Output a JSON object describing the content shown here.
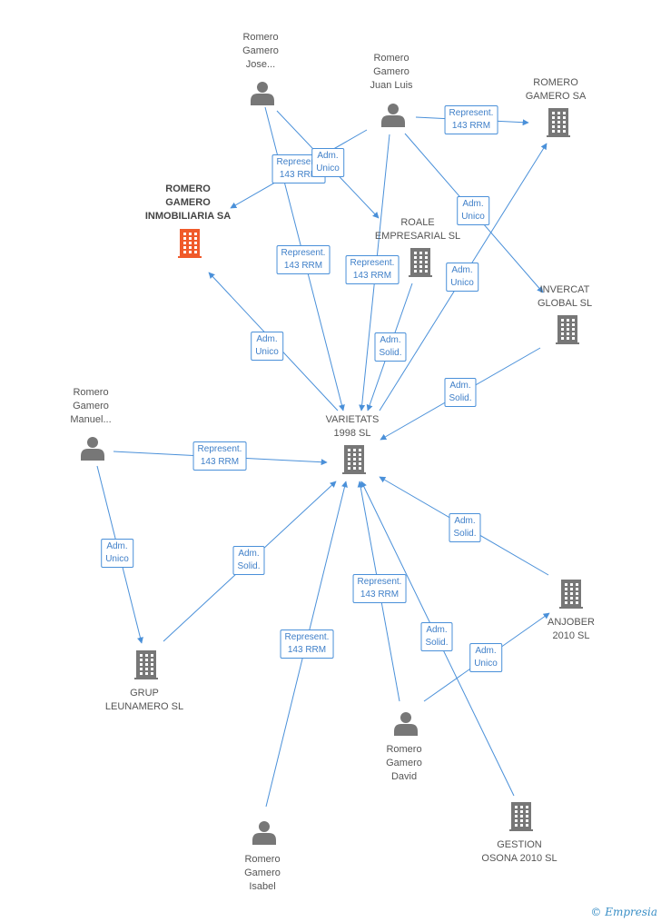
{
  "colors": {
    "edge": "#4a90d9",
    "person": "#777777",
    "company": "#777777",
    "highlight": "#f05a2a"
  },
  "nodes": {
    "romero_jose": {
      "label": "Romero\nGamero\nJose...",
      "type": "person"
    },
    "romero_juan_luis": {
      "label": "Romero\nGamero\nJuan Luis",
      "type": "person"
    },
    "romero_gamero_sa": {
      "label": "ROMERO\nGAMERO SA",
      "type": "company"
    },
    "romero_inmobiliaria": {
      "label": "ROMERO\nGAMERO\nINMOBILIARIA SA",
      "type": "highlight"
    },
    "roale": {
      "label": "ROALE\nEMPRESARIAL SL",
      "type": "company"
    },
    "invercat": {
      "label": "INVERCAT\nGLOBAL SL",
      "type": "company"
    },
    "romero_manuel": {
      "label": "Romero\nGamero\nManuel...",
      "type": "person"
    },
    "varietats": {
      "label": "VARIETATS\n1998 SL",
      "type": "company"
    },
    "grup_leunamero": {
      "label": "GRUP\nLEUNAMERO SL",
      "type": "company"
    },
    "anjober": {
      "label": "ANJOBER\n2010 SL",
      "type": "company"
    },
    "romero_david": {
      "label": "Romero\nGamero\nDavid",
      "type": "person"
    },
    "gestion_osona": {
      "label": "GESTION\nOSONA 2010 SL",
      "type": "company"
    },
    "romero_isabel": {
      "label": "Romero\nGamero\nIsabel",
      "type": "person"
    }
  },
  "edges": [
    {
      "from": "romero_juan_luis",
      "to": "romero_gamero_sa",
      "label": "Represent.\n143 RRM"
    },
    {
      "from": "romero_juan_luis",
      "to": "romero_inmobiliaria",
      "label": "Represent.\n143 RRM"
    },
    {
      "from": "romero_juan_luis",
      "to": "invercat",
      "label": "Adm.\nUnico"
    },
    {
      "from": "romero_juan_luis",
      "to": "varietats",
      "label": "Represent.\n143 RRM"
    },
    {
      "from": "romero_jose",
      "to": "roale",
      "label": "Adm.\nUnico"
    },
    {
      "from": "romero_jose",
      "to": "varietats",
      "label": "Represent.\n143 RRM"
    },
    {
      "from": "varietats",
      "to": "romero_inmobiliaria",
      "label": "Adm.\nUnico"
    },
    {
      "from": "varietats",
      "to": "romero_gamero_sa",
      "label": "Adm.\nUnico"
    },
    {
      "from": "roale",
      "to": "varietats",
      "label": "Adm.\nSolid."
    },
    {
      "from": "invercat",
      "to": "varietats",
      "label": "Adm.\nSolid."
    },
    {
      "from": "romero_manuel",
      "to": "varietats",
      "label": "Represent.\n143 RRM"
    },
    {
      "from": "romero_manuel",
      "to": "grup_leunamero",
      "label": "Adm.\nUnico"
    },
    {
      "from": "grup_leunamero",
      "to": "varietats",
      "label": "Adm.\nSolid."
    },
    {
      "from": "anjober",
      "to": "varietats",
      "label": "Adm.\nSolid."
    },
    {
      "from": "romero_david",
      "to": "varietats",
      "label": "Represent.\n143 RRM"
    },
    {
      "from": "romero_david",
      "to": "anjober",
      "label": "Adm.\nUnico"
    },
    {
      "from": "gestion_osona",
      "to": "varietats",
      "label": "Adm.\nSolid."
    },
    {
      "from": "romero_isabel",
      "to": "varietats",
      "label": "Represent.\n143 RRM"
    }
  ],
  "footer": {
    "copyright": "©",
    "brand": "Empresia"
  }
}
